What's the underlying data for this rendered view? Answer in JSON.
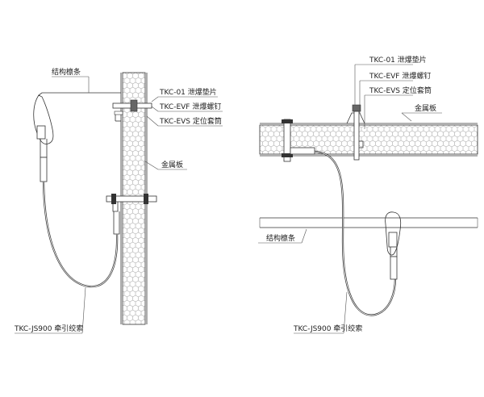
{
  "left": {
    "purlin_label": "结构檩条",
    "washer_label": "TKC-01  泄爆垫片",
    "screw_label": "TKC-EVF  泄爆螺钉",
    "sleeve_label": "TKC-EVS  定位套筒",
    "panel_label": "金属板",
    "cable_label": "TKC-JS900  牵引绞索"
  },
  "right": {
    "washer_label": "TKC-01  泄爆垫片",
    "screw_label": "TKC-EVF  泄爆螺钉",
    "sleeve_label": "TKC-EVS  定位套筒",
    "panel_label": "金属板",
    "purlin_label": "结构檩条",
    "cable_label": "TKC-JS900  牵引绞索"
  },
  "colors": {
    "line": "#333333",
    "hatch": "#888888",
    "background": "#ffffff"
  },
  "icons": [
    "carabiner-icon",
    "bolt-icon",
    "explosion-screw-icon"
  ]
}
